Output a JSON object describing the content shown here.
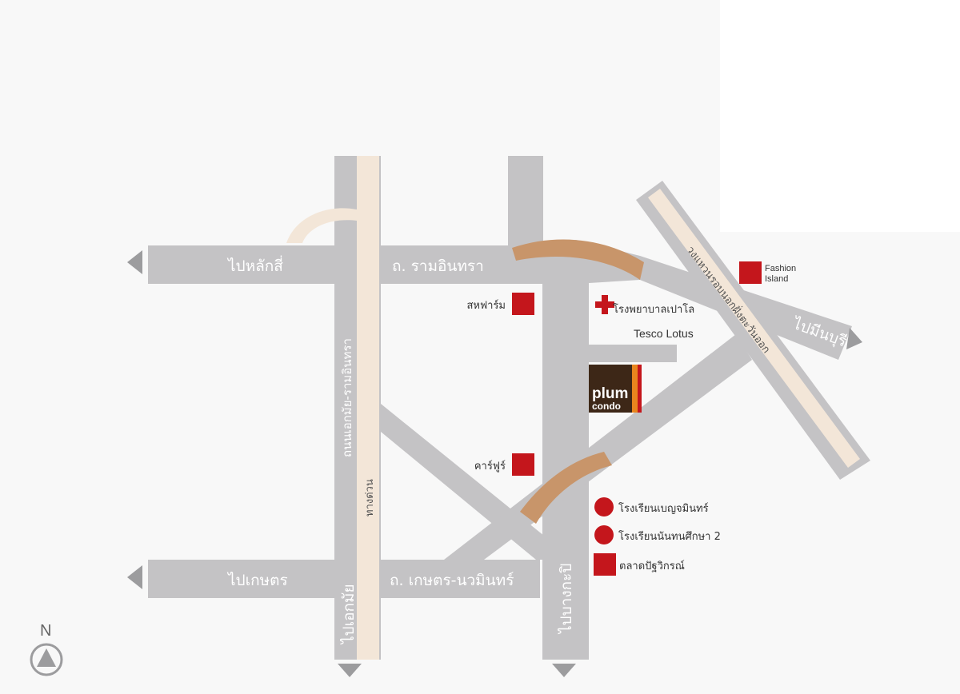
{
  "map": {
    "roads": {
      "to_lak_si": "ไปหลักสี่",
      "ram_intra": "ถ. รามอินทรา",
      "to_min_buri": "ไปมีนบุรี",
      "to_kaset": "ไปเกษตร",
      "kaset_nawamin": "ถ. เกษตร-นวมินทร์",
      "to_bang_kapi": "ไปบางกะปิ",
      "to_ekkamai": "ไปเอกมัย",
      "ekkamai_ramintra": "ถนนเอกมัย-รามอินทรา",
      "expressway": "ทางด่วน",
      "outer_ring_road": "วงแหวนรอบนอกฝั่งตะวันออก"
    },
    "poi": {
      "safari_world": "สหฟาร์ม",
      "hospital": "โรงพยาบาลเปาโล",
      "tesco_lotus": "Tesco Lotus",
      "fashion_island_1": "Fashion",
      "fashion_island_2": "Island",
      "carrefour": "คาร์ฟูร์",
      "school_1": "โรงเรียนเบญจมินทร์",
      "school_2": "โรงเรียนนันทนศึกษา 2",
      "market": "ตลาดปัฐวิกรณ์"
    },
    "project_logo": {
      "line1": "plum",
      "line2": "condo"
    },
    "compass": {
      "label": "N"
    },
    "colors": {
      "road": "#c4c3c5",
      "expressway": "#f3e6d8",
      "bridge": "#c8956a",
      "marker": "#c4161c",
      "logo_bg": "#3d2717",
      "logo_accent": "#e8851e"
    }
  }
}
